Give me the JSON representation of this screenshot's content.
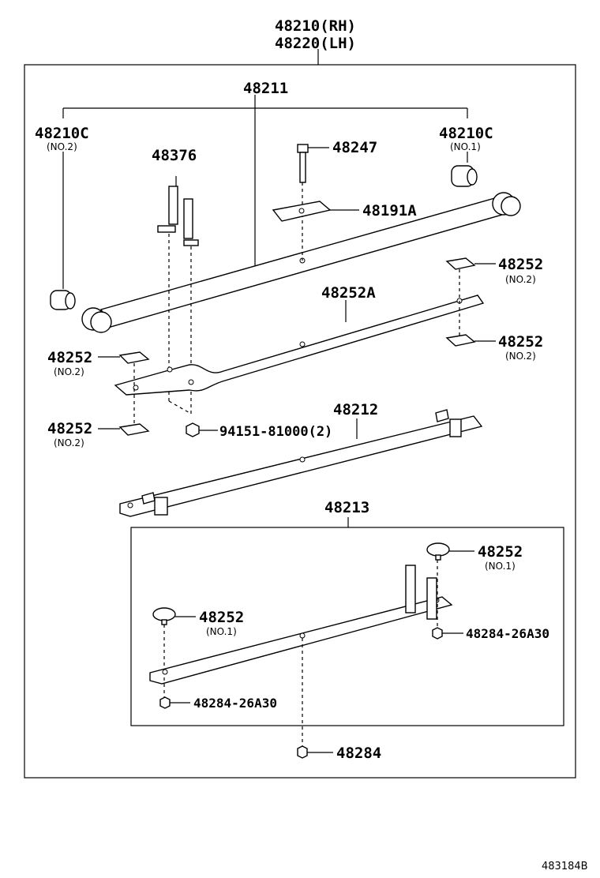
{
  "labels": {
    "assy_rh": "48210(RH)",
    "assy_lh": "48220(LH)",
    "leaf_no1": "48211",
    "bushing_left": "48210C",
    "bushing_left_sub": "(NO.2)",
    "bushing_right": "48210C",
    "bushing_right_sub": "(NO.1)",
    "clip": "48376",
    "center_bolt": "48247",
    "spacer": "48191A",
    "insert_r1": "48252",
    "insert_r1_sub": "(NO.2)",
    "leaf_no2": "48252A",
    "insert_r2": "48252",
    "insert_r2_sub": "(NO.2)",
    "insert_l1": "48252",
    "insert_l1_sub": "(NO.2)",
    "insert_l2": "48252",
    "insert_l2_sub": "(NO.2)",
    "bolt_9415": "94151-81000(2)",
    "leaf_no3": "48212",
    "leaf_no4_group": "48213",
    "silencer_r": "48252",
    "silencer_r_sub": "(NO.1)",
    "silencer_l": "48252",
    "silencer_l_sub": "(NO.1)",
    "nut_r": "48284-26A30",
    "nut_l": "48284-26A30",
    "nut_center": "48284",
    "ref_code": "483184B"
  },
  "icons": [
    "spring-leaf",
    "bushing",
    "bolt",
    "nut",
    "clip",
    "insert-pad",
    "silencer-cap"
  ]
}
